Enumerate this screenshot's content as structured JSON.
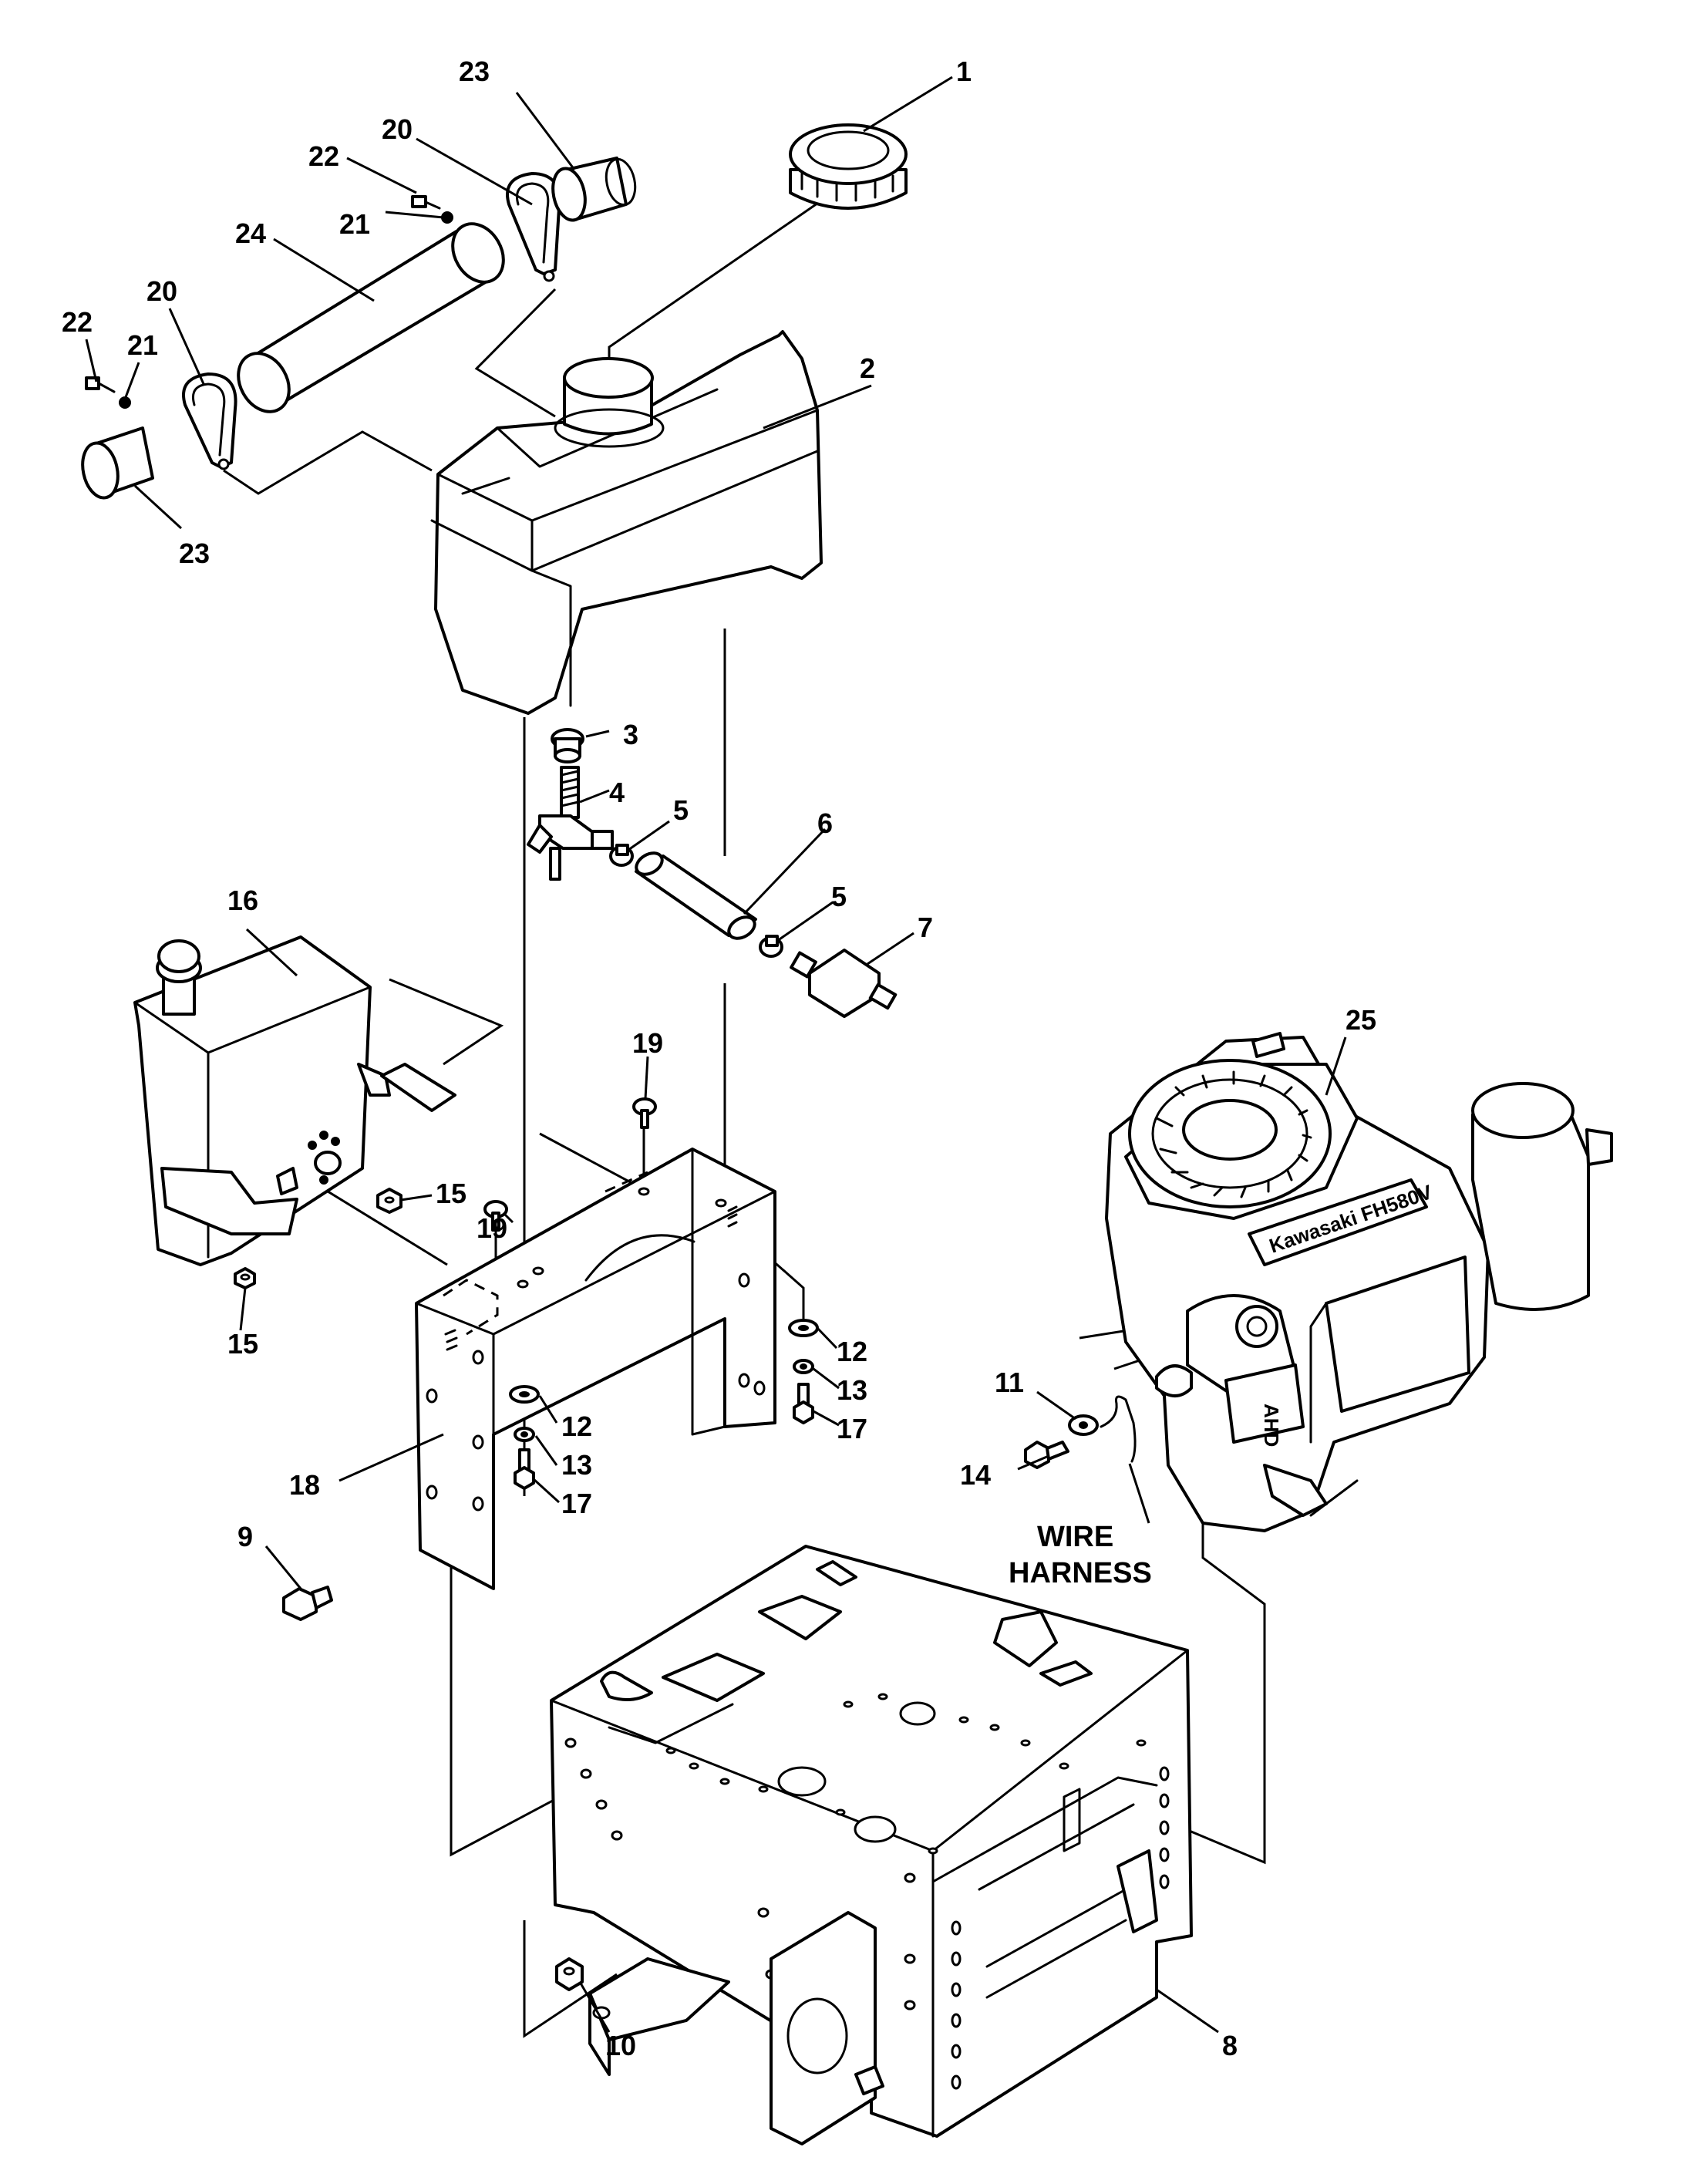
{
  "diagram": {
    "callouts": {
      "c1": "1",
      "c2": "2",
      "c3": "3",
      "c4": "4",
      "c5a": "5",
      "c5b": "5",
      "c6": "6",
      "c7": "7",
      "c8": "8",
      "c9": "9",
      "c10": "10",
      "c11": "11",
      "c12a": "12",
      "c12b": "12",
      "c13a": "13",
      "c13b": "13",
      "c14": "14",
      "c15a": "15",
      "c15b": "15",
      "c16": "16",
      "c17a": "17",
      "c17b": "17",
      "c18": "18",
      "c19a": "19",
      "c19b": "19",
      "c20a": "20",
      "c20b": "20",
      "c21a": "21",
      "c21b": "21",
      "c22a": "22",
      "c22b": "22",
      "c23a": "23",
      "c23b": "23",
      "c24": "24",
      "c25": "25"
    },
    "wire_harness": {
      "line1": "WIRE",
      "line2": "HARNESS"
    },
    "engine_brand": "Kawasaki FH580V",
    "engine_decal": "AHD"
  }
}
